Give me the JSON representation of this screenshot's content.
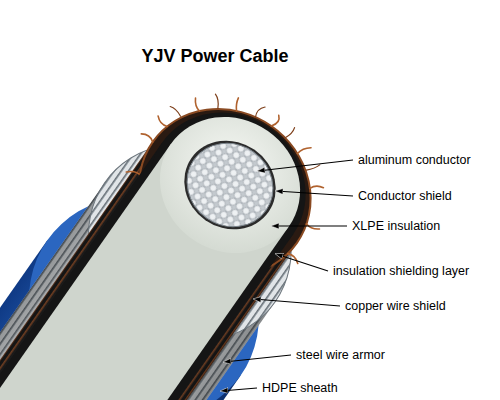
{
  "diagram": {
    "title": "YJV Power Cable",
    "labels": [
      "aluminum conductor",
      "Conductor shield",
      "XLPE insulation",
      "insulation shielding layer",
      "copper wire shield",
      "steel wire armor",
      "HDPE sheath"
    ]
  }
}
